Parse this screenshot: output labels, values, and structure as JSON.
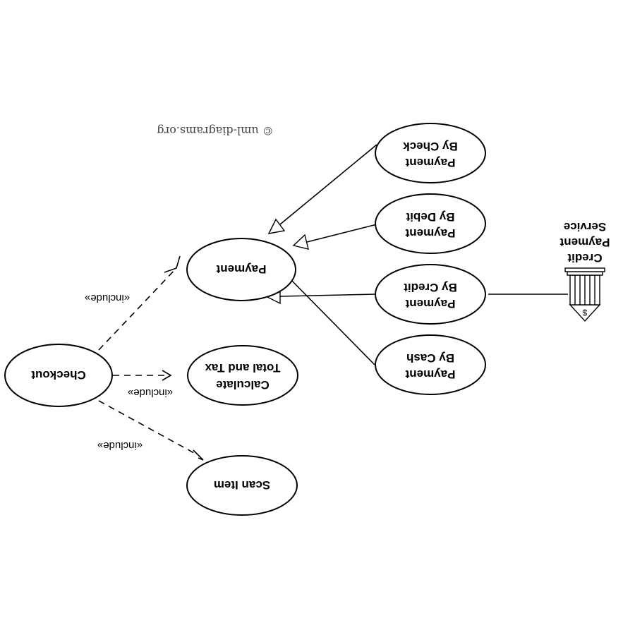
{
  "copyright": "© uml-diagrams.org",
  "use_cases": {
    "checkout": "Checkout",
    "payment": "Payment",
    "calculate_total_tax": [
      "Calculate",
      "Total and Tax"
    ],
    "scan_item": "Scan Item",
    "by_cash": [
      "Payment",
      "By Cash"
    ],
    "by_credit": [
      "Payment",
      "By Credit"
    ],
    "by_debit": [
      "Payment",
      "By Debit"
    ],
    "by_check": [
      "Payment",
      "By Check"
    ]
  },
  "actor": {
    "name": [
      "Credit",
      "Payment",
      "Service"
    ],
    "symbol": "$"
  },
  "relations": {
    "include_label": "«include»"
  }
}
